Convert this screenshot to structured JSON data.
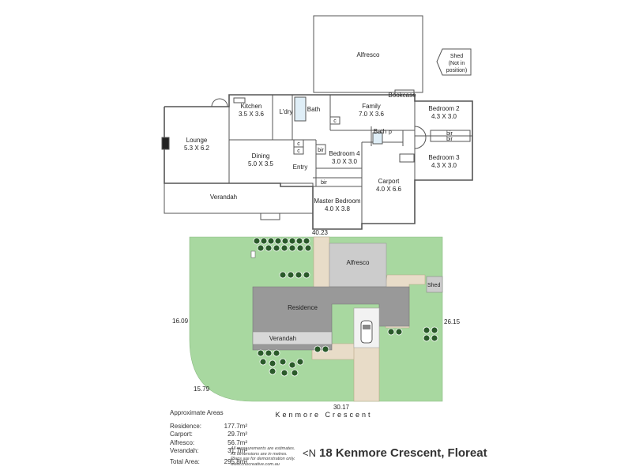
{
  "floorplan": {
    "rooms": {
      "alfresco": {
        "name": "Alfresco"
      },
      "shed": {
        "line1": "Shed",
        "line2": "(Not in",
        "line3": "position)"
      },
      "kitchen": {
        "name": "Kitchen",
        "dims": "3.5 X 3.6"
      },
      "laundry": {
        "name": "L'dry"
      },
      "bath_main": {
        "name": "Bath"
      },
      "family": {
        "name": "Family",
        "dims": "7.0 X 3.6"
      },
      "bookcase": {
        "name": "Bookcase"
      },
      "bedroom2": {
        "name": "Bedroom 2",
        "dims": "4.3 X 3.0"
      },
      "lounge": {
        "name": "Lounge",
        "dims": "5.3 X 6.2"
      },
      "dining": {
        "name": "Dining",
        "dims": "5.0 X 3.5"
      },
      "bath_ensuite": {
        "name": "Bath"
      },
      "bedroom4": {
        "name": "Bedroom 4",
        "dims": "3.0 X 3.0"
      },
      "bedroom3": {
        "name": "Bedroom 3",
        "dims": "4.3 X 3.0"
      },
      "entry": {
        "name": "Entry"
      },
      "carport": {
        "name": "Carport",
        "dims": "4.0 X 6.6"
      },
      "verandah": {
        "name": "Verandah"
      },
      "master": {
        "name": "Master Bedroom",
        "dims": "4.0 X 3.8"
      }
    },
    "marks": {
      "bir": "bir",
      "cupboard": "c",
      "pantry": "p"
    }
  },
  "siteplan": {
    "labels": {
      "alfresco": "Alfresco",
      "residence": "Residence",
      "verandah": "Verandah",
      "shed": "Shed"
    },
    "dimensions": {
      "top": "40.23",
      "left": "16.09",
      "right": "26.15",
      "bottom": "30.17",
      "corner": "15.79"
    },
    "street": "Kenmore Crescent"
  },
  "areas": {
    "heading": "Approximate Areas",
    "rows": [
      {
        "label": "Residence:",
        "value": "177.7m²"
      },
      {
        "label": "Carport:",
        "value": "29.7m²"
      },
      {
        "label": "Alfresco:",
        "value": "56.7m²"
      },
      {
        "label": "Verandah:",
        "value": "31.7m²"
      }
    ],
    "total_label": "Total Area:",
    "total_value": "295.8m²"
  },
  "disclaimer": {
    "line1": "All measurements are estimates.",
    "line2": "All dimensions are in metres.",
    "line3": "Plans are for demonstration only.",
    "line4": "www.cribcreative.com.au"
  },
  "address": {
    "north_symbol": "<N",
    "text": "18 Kenmore Crescent, Floreat"
  },
  "colors": {
    "lawn": "#a8d8a0",
    "building": "#999999",
    "alfresco": "#cccccc",
    "driveway": "#e8dcc8",
    "tree": "#2a5a2a"
  }
}
